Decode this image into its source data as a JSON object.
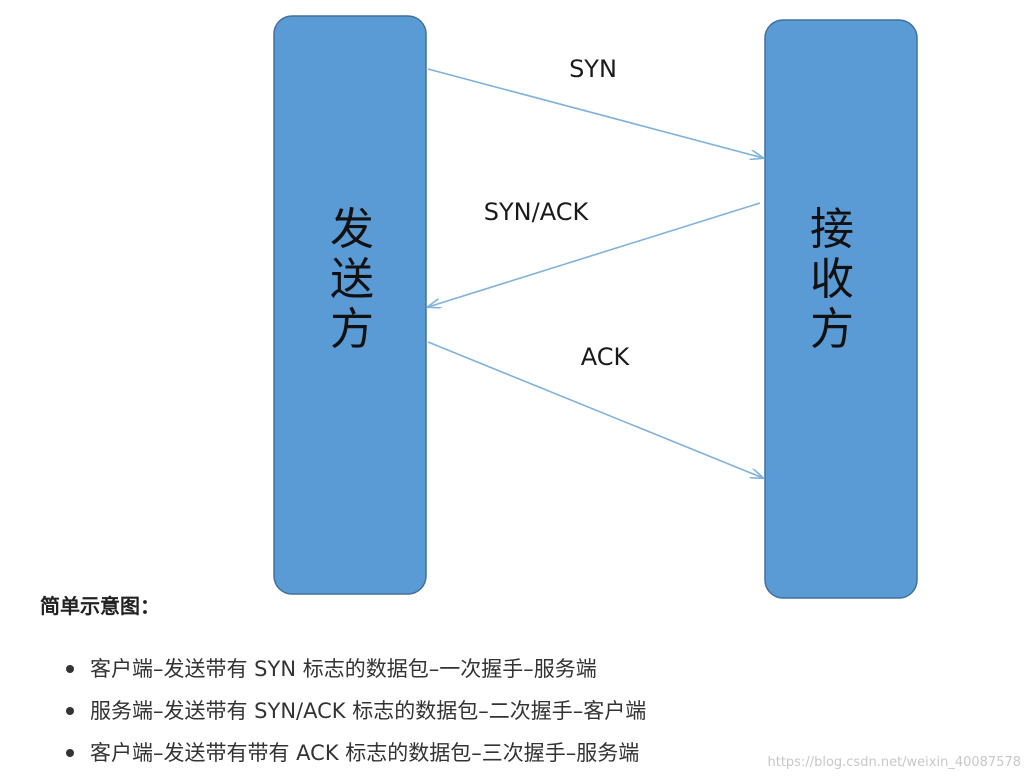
{
  "diagram": {
    "sender": {
      "label_chars": [
        "发",
        "送",
        "方"
      ]
    },
    "receiver": {
      "label_chars": [
        "接",
        "收",
        "方"
      ]
    },
    "messages": [
      {
        "label": "SYN",
        "direction": "sender-to-receiver"
      },
      {
        "label": "SYN/ACK",
        "direction": "receiver-to-sender"
      },
      {
        "label": "ACK",
        "direction": "sender-to-receiver"
      }
    ],
    "colors": {
      "box_fill": "#5b9bd5",
      "box_stroke": "#41719c",
      "arrow": "#7fb2dc"
    }
  },
  "caption": "简单示意图：",
  "steps": [
    "客户端–发送带有 SYN 标志的数据包–一次握手–服务端",
    "服务端–发送带有 SYN/ACK 标志的数据包–二次握手–客户端",
    "客户端–发送带有带有 ACK 标志的数据包–三次握手–服务端"
  ],
  "watermark": "https://blog.csdn.net/weixin_40087578"
}
